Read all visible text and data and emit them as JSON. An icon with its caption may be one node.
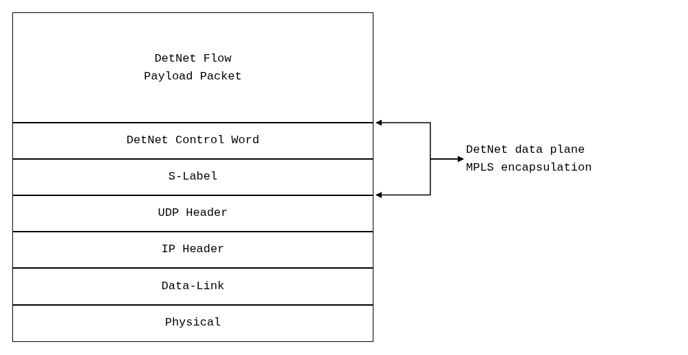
{
  "diagram": {
    "nodes": [
      {
        "text": [
          "DetNet Flow Payload Packet"
        ]
      },
      {
        "text": [
          "DetNet Control Word"
        ]
      },
      {
        "text": [
          "S-Label"
        ]
      },
      {
        "text": [
          "UDP Header"
        ]
      },
      {
        "text": [
          "IP Header"
        ]
      },
      {
        "text": [
          "Data-Link"
        ]
      },
      {
        "text": [
          "Physical"
        ]
      },
      {
        "text": [
          "DetNet data plane MPLS encapsulation"
        ]
      }
    ],
    "edges": [
      {
        "from": 1,
        "to": 7,
        "arrow": "both"
      },
      {
        "from": 2,
        "to": 7,
        "arrow": "both"
      }
    ]
  }
}
